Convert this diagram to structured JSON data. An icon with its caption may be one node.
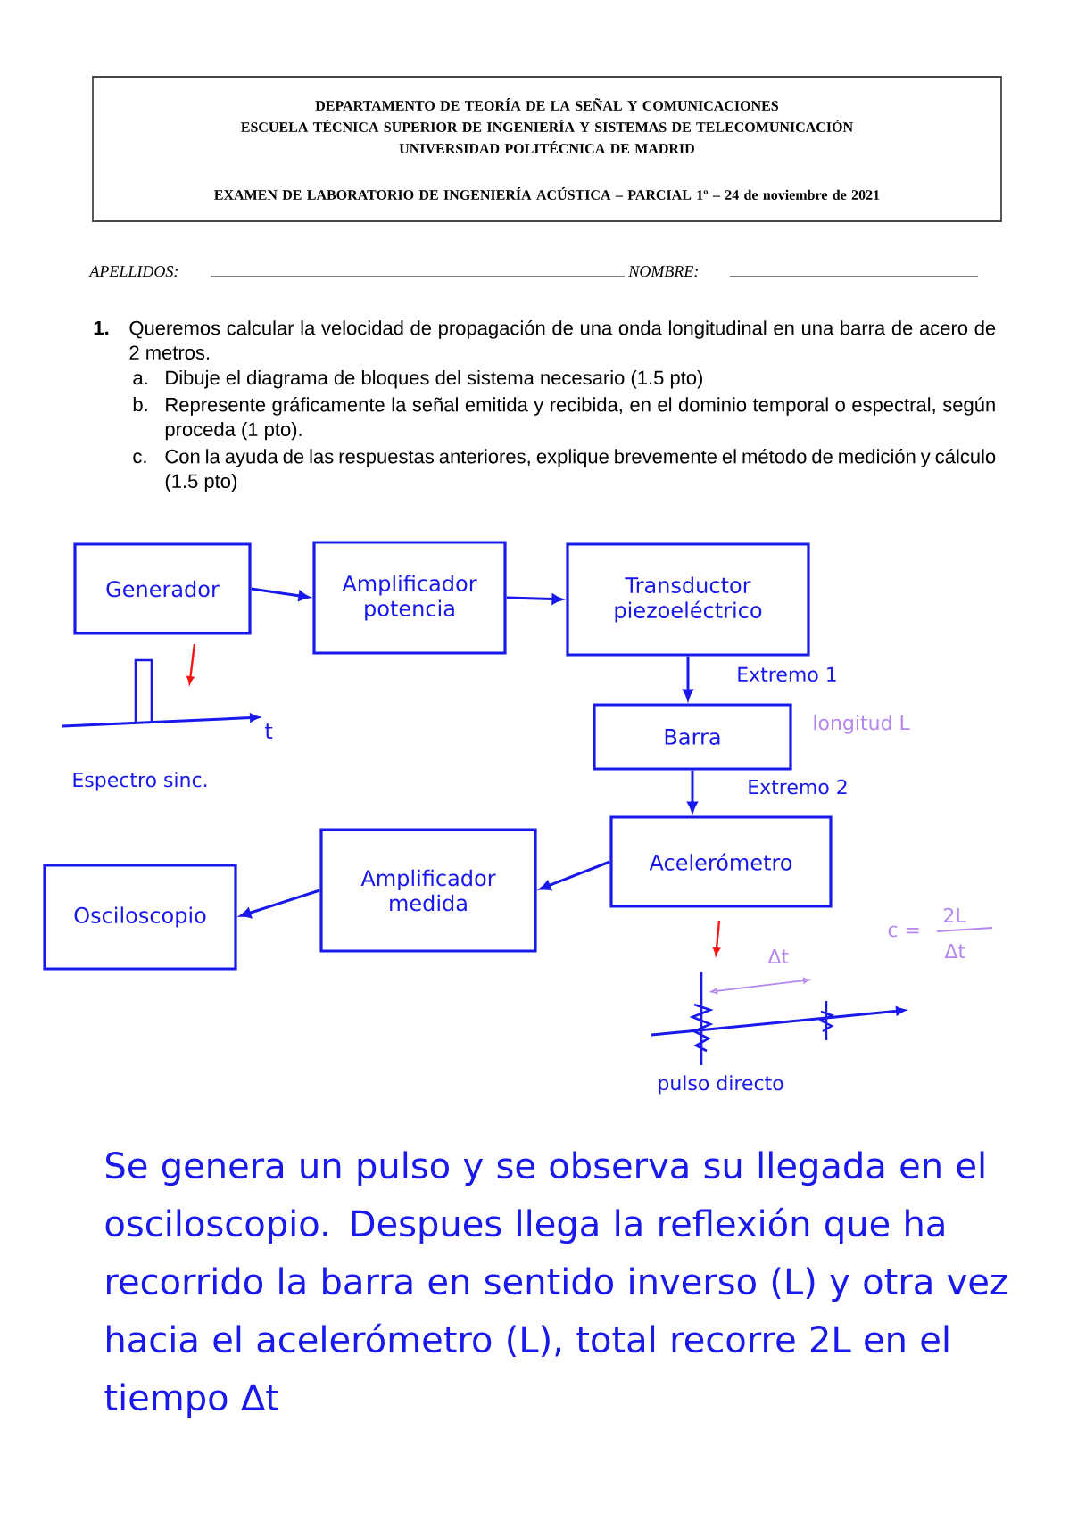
{
  "diagram": {
    "nodes": [
      {
        "text": [
          "DEPARTAMENTO DE TEORÍA DE LA SEÑAL Y COMUNICACIONES",
          "ESCUELA TÉCNICA SUPERIOR DE INGENIERÍA Y SISTEMAS DE TELECOMUNICACIÓN",
          "UNIVERSIDAD POLITÉCNICA DE MADRID",
          "EXAMEN DE LABORATORIO DE INGENIERÍA ACÚSTICA – PARCIAL 1º – 24 de noviembre de 2021"
        ]
      },
      {
        "text": [
          "Generador"
        ]
      },
      {
        "text": [
          "Amplificador potencia"
        ]
      },
      {
        "text": [
          "Transductor piezoeléctrico"
        ]
      },
      {
        "text": [
          "Barra"
        ],
        "beside": [
          "longitud L"
        ]
      },
      {
        "text": [
          "Acelerómetro"
        ]
      },
      {
        "text": [
          "Amplificador medida"
        ]
      },
      {
        "text": [
          "Osciloscopio"
        ]
      }
    ],
    "edges": [
      {
        "from": 1,
        "to": 2,
        "arrow": "to"
      },
      {
        "from": 2,
        "to": 3,
        "arrow": "to"
      },
      {
        "from": 3,
        "to": 4,
        "arrow": "to",
        "label": "Extremo 1"
      },
      {
        "from": 4,
        "to": 5,
        "arrow": "to",
        "label": "Extremo 2"
      },
      {
        "from": 5,
        "to": 6,
        "arrow": "to"
      },
      {
        "from": 6,
        "to": 7,
        "arrow": "to"
      }
    ],
    "labels": [
      "APELLIDOS:",
      "NOMBRE:",
      "1.",
      "Queremos calcular la velocidad de propagación de una onda longitudinal en una barra de acero de 2 metros.",
      "a.",
      "Dibuje el diagrama de bloques del sistema necesario (1.5 pto)",
      "b.",
      "Represente gráficamente la señal emitida y recibida, en el dominio temporal o espectral, según proceda (1 pto).",
      "c.",
      "Con la ayuda de las respuestas anteriores, explique brevemente el método de medición y cálculo (1.5 pto)",
      "t",
      "Espectro sinc.",
      "Δt",
      "c =",
      "2L",
      "Δt",
      "pulso directo",
      "Se genera un pulso y se observa su llegada en el osciloscopio. Despues llega la reflexión que ha recorrido la barra en sentido inverso (L) y otra vez hacia el acelerómetro (L), total recorre 2L en el tiempo Δt"
    ]
  }
}
